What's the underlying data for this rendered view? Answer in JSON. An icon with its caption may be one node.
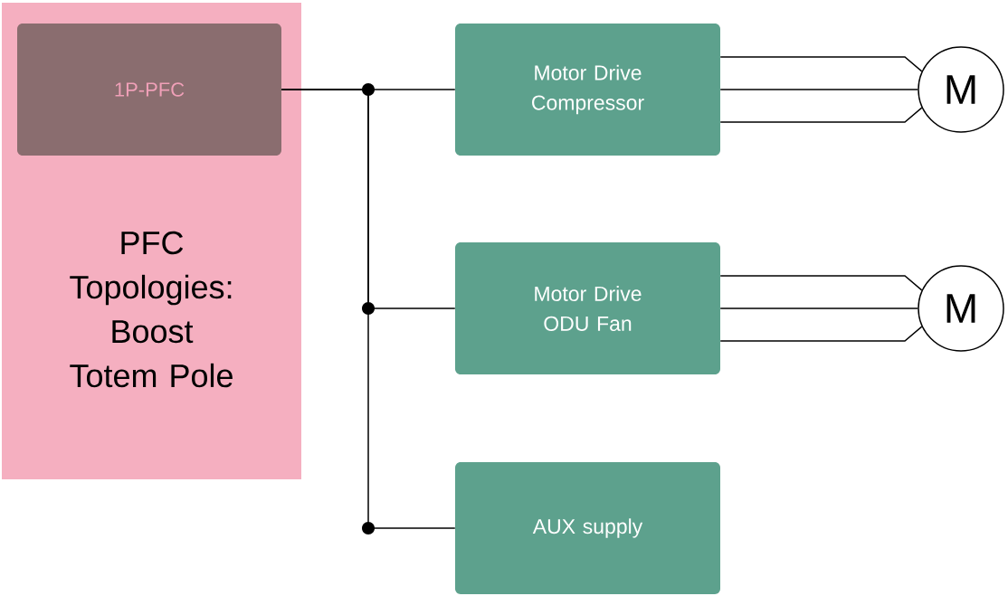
{
  "diagram": {
    "nodes": [
      {
        "text": [
          "PFC Topologies: Boost Totem Pole"
        ]
      },
      {
        "text": [
          "1P-PFC"
        ],
        "in": 0
      },
      {
        "text": [
          "Motor Drive Compressor"
        ]
      },
      {
        "text": [
          "Motor Drive ODU Fan"
        ]
      },
      {
        "text": [
          "AUX supply"
        ]
      },
      {
        "text": [
          "M"
        ]
      },
      {
        "text": [
          "M"
        ]
      }
    ],
    "edges": [
      {
        "from": 1,
        "to": 2,
        "arrow": "none"
      },
      {
        "from": 1,
        "to": 3,
        "arrow": "none"
      },
      {
        "from": 1,
        "to": 4,
        "arrow": "none"
      },
      {
        "from": 2,
        "to": 5,
        "arrow": "none"
      },
      {
        "from": 2,
        "to": 5,
        "arrow": "none"
      },
      {
        "from": 2,
        "to": 5,
        "arrow": "none"
      },
      {
        "from": 3,
        "to": 6,
        "arrow": "none"
      },
      {
        "from": 3,
        "to": 6,
        "arrow": "none"
      },
      {
        "from": 3,
        "to": 6,
        "arrow": "none"
      }
    ]
  }
}
